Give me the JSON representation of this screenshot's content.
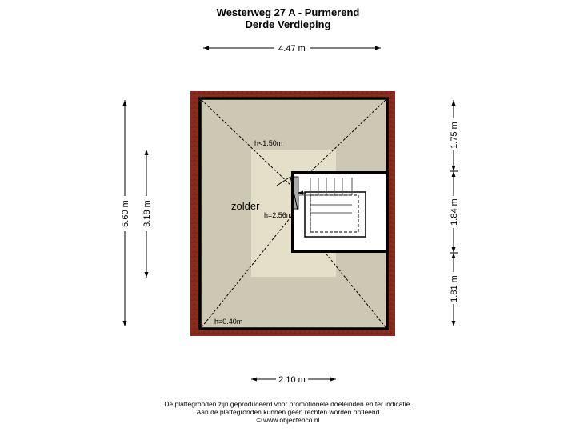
{
  "header": {
    "title": "Westerweg 27 A - Purmerend",
    "subtitle": "Derde Verdieping"
  },
  "dimensions": {
    "top_width": "4.47 m",
    "bottom_width": "2.10 m",
    "left_outer": "5.60 m",
    "left_inner": "3.18 m",
    "right_top": "1.75 m",
    "right_middle": "1.84 m",
    "right_bottom": "1.81 m"
  },
  "rooms": {
    "attic_label": "zolder",
    "height_low": "h<1.50m",
    "height_center": "h=2.56m",
    "height_edge": "h=0.40m"
  },
  "footer": {
    "line1": "De plattegronden zijn geproduceerd voor promotionele doeleinden en ter indicatie.",
    "line2": "Aan de plattegronden kunnen geen rechten worden ontleend",
    "line3": "© www.objectenco.nl"
  },
  "colors": {
    "roof_tile": "#8c2c1c",
    "floor_outer": "#cdc8b4",
    "floor_inner": "#e4dfc9",
    "wall": "#000000"
  }
}
